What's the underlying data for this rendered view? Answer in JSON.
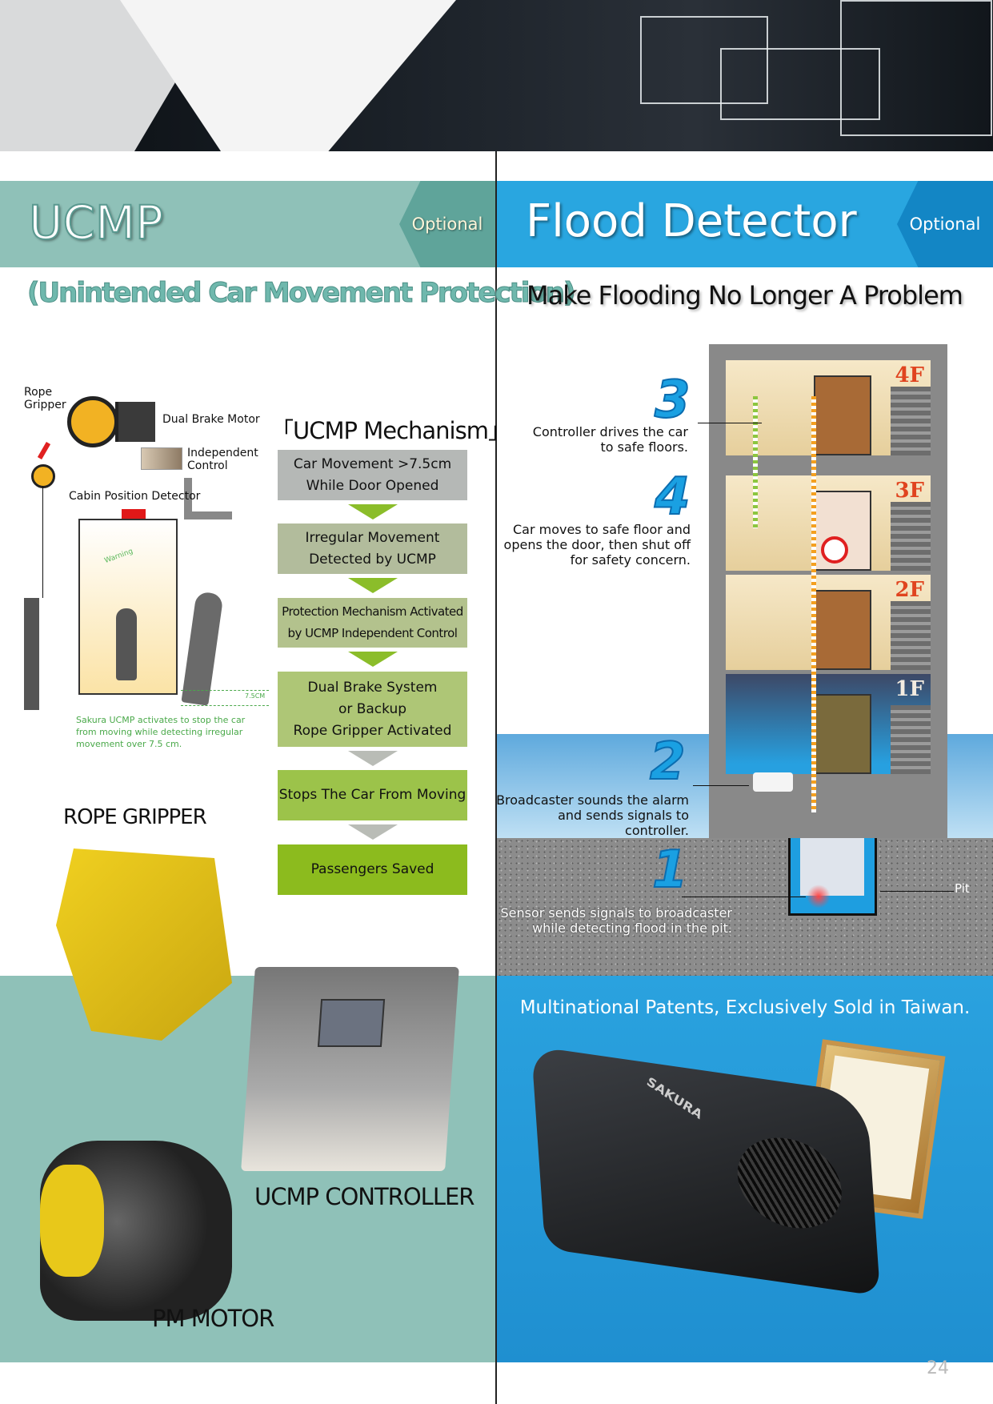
{
  "ucmp": {
    "title": "UCMP",
    "optional": "Optional",
    "subtitle": "(Unintended Car Movement Protection)",
    "diagram": {
      "rope_gripper": "Rope Gripper",
      "dual_brake_motor": "Dual Brake Motor",
      "independent_control": "Independent Control",
      "cabin_position_detector": "Cabin Position Detector",
      "warning": "Warning",
      "distance": "7.5CM",
      "note": "Sakura UCMP activates to stop the car from moving while detecting irregular movement over 7.5 cm."
    },
    "mechanism_title": "「UCMP Mechanism」",
    "flow": [
      {
        "line1": "Car Movement >7.5cm",
        "line2": "While Door Opened",
        "line3": ""
      },
      {
        "line1": "Irregular Movement",
        "line2": "Detected by UCMP",
        "line3": ""
      },
      {
        "line1": "Protection Mechanism Activated",
        "line2": "by UCMP Independent Control",
        "line3": ""
      },
      {
        "line1": "Dual Brake System",
        "line2": "or Backup",
        "line3": "Rope Gripper Activated"
      },
      {
        "line1": "Stops The Car From Moving",
        "line2": "",
        "line3": ""
      },
      {
        "line1": "Passengers Saved",
        "line2": "",
        "line3": ""
      }
    ],
    "flow_colors": [
      "#b5b8b6",
      "#b2bc9c",
      "#b3c28d",
      "#aec676",
      "#9cc34a",
      "#8cbb1e"
    ],
    "products": {
      "rope_gripper": "ROPE GRIPPER",
      "controller": "UCMP CONTROLLER",
      "motor": "PM MOTOR"
    }
  },
  "flood": {
    "title": "Flood Detector",
    "optional": "Optional",
    "subtitle": "Make Flooding No Longer A Problem",
    "floors": [
      "4F",
      "3F",
      "2F",
      "1F"
    ],
    "pit": "Pit",
    "steps": [
      {
        "num": "1",
        "text1": "Sensor sends signals to broadcaster",
        "text2": "while detecting flood in the pit."
      },
      {
        "num": "2",
        "text1": "Broadcaster sounds the alarm",
        "text2": "and sends signals to controller."
      },
      {
        "num": "3",
        "text1": "Controller drives the car",
        "text2": "to safe floors.",
        "text3": ""
      },
      {
        "num": "4",
        "text1": "Car moves to safe floor and",
        "text2": "opens the door, then shut off",
        "text3": "for safety concern."
      }
    ],
    "patent": "Multinational Patents, Exclusively Sold in Taiwan.",
    "product_brand": "SAKURA"
  },
  "page_number": "24",
  "colors": {
    "teal": "#8fc1b8",
    "blue": "#29a6e0",
    "green": "#8cbb1e"
  }
}
